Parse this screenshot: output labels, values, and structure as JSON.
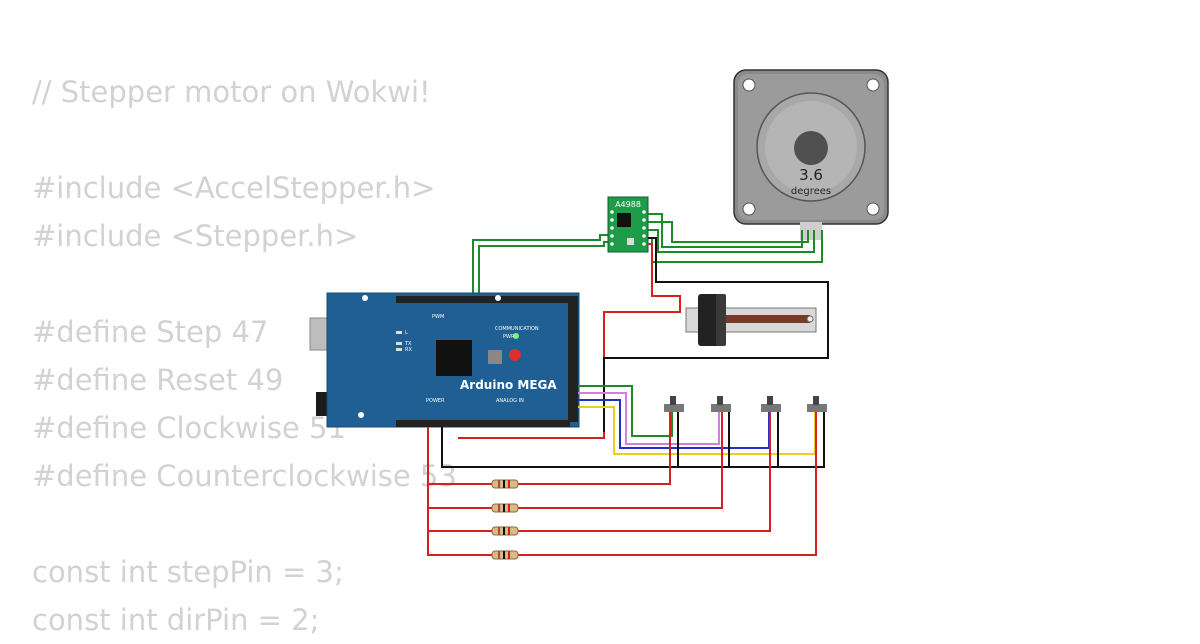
{
  "code_lines": [
    "// Stepper motor on Wokwi!",
    "",
    "#include <AccelStepper.h>",
    "#include <Stepper.h>",
    "",
    "#define Step 47",
    "#define Reset 49",
    "#define Clockwise 51",
    "#define Counterclockwise 53",
    "",
    "const int stepPin = 3;",
    "const int dirPin = 2;"
  ],
  "arduino": {
    "name": "Arduino MEGA",
    "pwm_label": "PWM",
    "communication_label": "COMMUNICATION",
    "power_label": "POWER",
    "analog_label": "ANALOG IN",
    "led_l": "L",
    "led_tx": "TX",
    "led_rx": "RX",
    "led_pwr": "PWR"
  },
  "driver": {
    "name": "A4988"
  },
  "motor": {
    "angle": "3.6",
    "unit": "degrees"
  },
  "colors": {
    "board": "#1f5f93",
    "driver": "#1e9c4a",
    "wire_red": "#d32020",
    "wire_green": "#1f8a2a",
    "wire_black": "#111111",
    "wire_blue": "#2030c0",
    "wire_violet": "#d080e0",
    "wire_yellow": "#e8d020",
    "code_text": "#d2d2d2"
  }
}
